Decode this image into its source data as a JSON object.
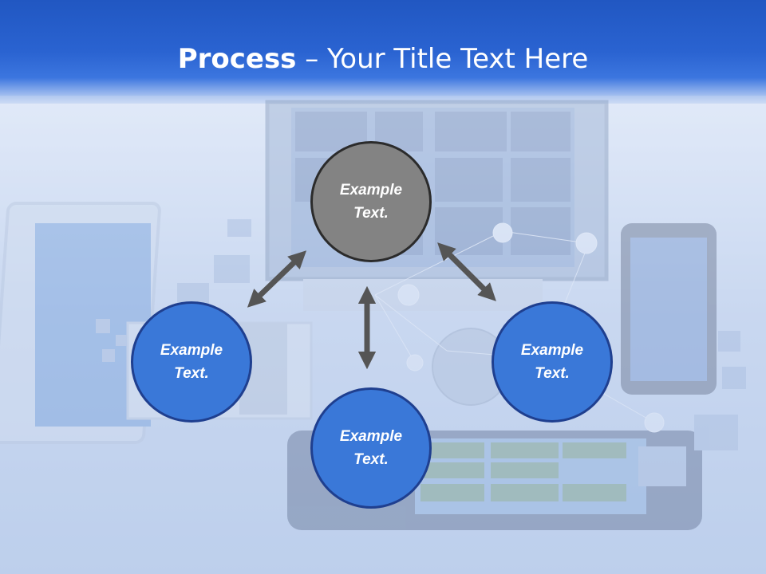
{
  "slide": {
    "title_bold": "Process",
    "title_rest": " – Your Title Text Here"
  },
  "diagram": {
    "top_circle": {
      "line1": "Example",
      "line2": "Text."
    },
    "left_circle": {
      "line1": "Example",
      "line2": "Text."
    },
    "right_circle": {
      "line1": "Example",
      "line2": "Text."
    },
    "bottom_circle": {
      "line1": "Example",
      "line2": "Text."
    }
  },
  "colors": {
    "header_blue": "#2157c2",
    "circle_gray": "#838383",
    "circle_blue": "#3a78d8",
    "arrow_gray": "#555555"
  },
  "background_image": "faded devices illustration (laptop, monitor, tablet, phone) with photo tiles and network icons"
}
